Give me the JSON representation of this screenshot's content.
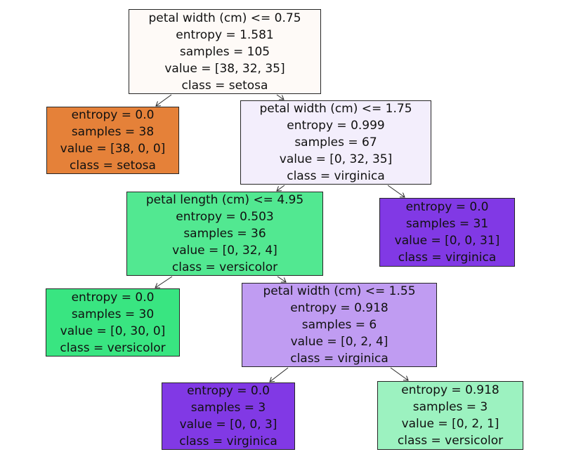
{
  "figure": {
    "title": "decision-tree-plot",
    "background": "#ffffff",
    "border_color": "#262626",
    "edge_color": "#262626",
    "text_color": "#111111"
  },
  "tree": {
    "nodes": [
      {
        "id": "root-split",
        "fill": "#fefaf7",
        "lines": [
          "petal width (cm) <= 0.75",
          "entropy = 1.581",
          "samples = 105",
          "value = [38, 32, 35]",
          "class = setosa"
        ]
      },
      {
        "id": "leaf-setosa",
        "fill": "#e58139",
        "lines": [
          "entropy = 0.0",
          "samples = 38",
          "value = [38, 0, 0]",
          "class = setosa"
        ]
      },
      {
        "id": "split-petal-width-1-75",
        "fill": "#f3eefc",
        "lines": [
          "petal width (cm) <= 1.75",
          "entropy = 0.999",
          "samples = 67",
          "value = [0, 32, 35]",
          "class = virginica"
        ]
      },
      {
        "id": "split-petal-length-4-95",
        "fill": "#52e891",
        "lines": [
          "petal length (cm) <= 4.95",
          "entropy = 0.503",
          "samples = 36",
          "value = [0, 32, 4]",
          "class = versicolor"
        ]
      },
      {
        "id": "leaf-virginica-31",
        "fill": "#8139e5",
        "lines": [
          "entropy = 0.0",
          "samples = 31",
          "value = [0, 0, 31]",
          "class = virginica"
        ]
      },
      {
        "id": "leaf-versicolor-30",
        "fill": "#39e581",
        "lines": [
          "entropy = 0.0",
          "samples = 30",
          "value = [0, 30, 0]",
          "class = versicolor"
        ]
      },
      {
        "id": "split-petal-width-1-55",
        "fill": "#c09cf2",
        "lines": [
          "petal width (cm) <= 1.55",
          "entropy = 0.918",
          "samples = 6",
          "value = [0, 2, 4]",
          "class = virginica"
        ]
      },
      {
        "id": "leaf-virginica-3",
        "fill": "#8139e5",
        "lines": [
          "entropy = 0.0",
          "samples = 3",
          "value = [0, 0, 3]",
          "class = virginica"
        ]
      },
      {
        "id": "leaf-versicolor-3",
        "fill": "#9cf2c0",
        "lines": [
          "entropy = 0.918",
          "samples = 3",
          "value = [0, 2, 1]",
          "class = versicolor"
        ]
      }
    ]
  }
}
